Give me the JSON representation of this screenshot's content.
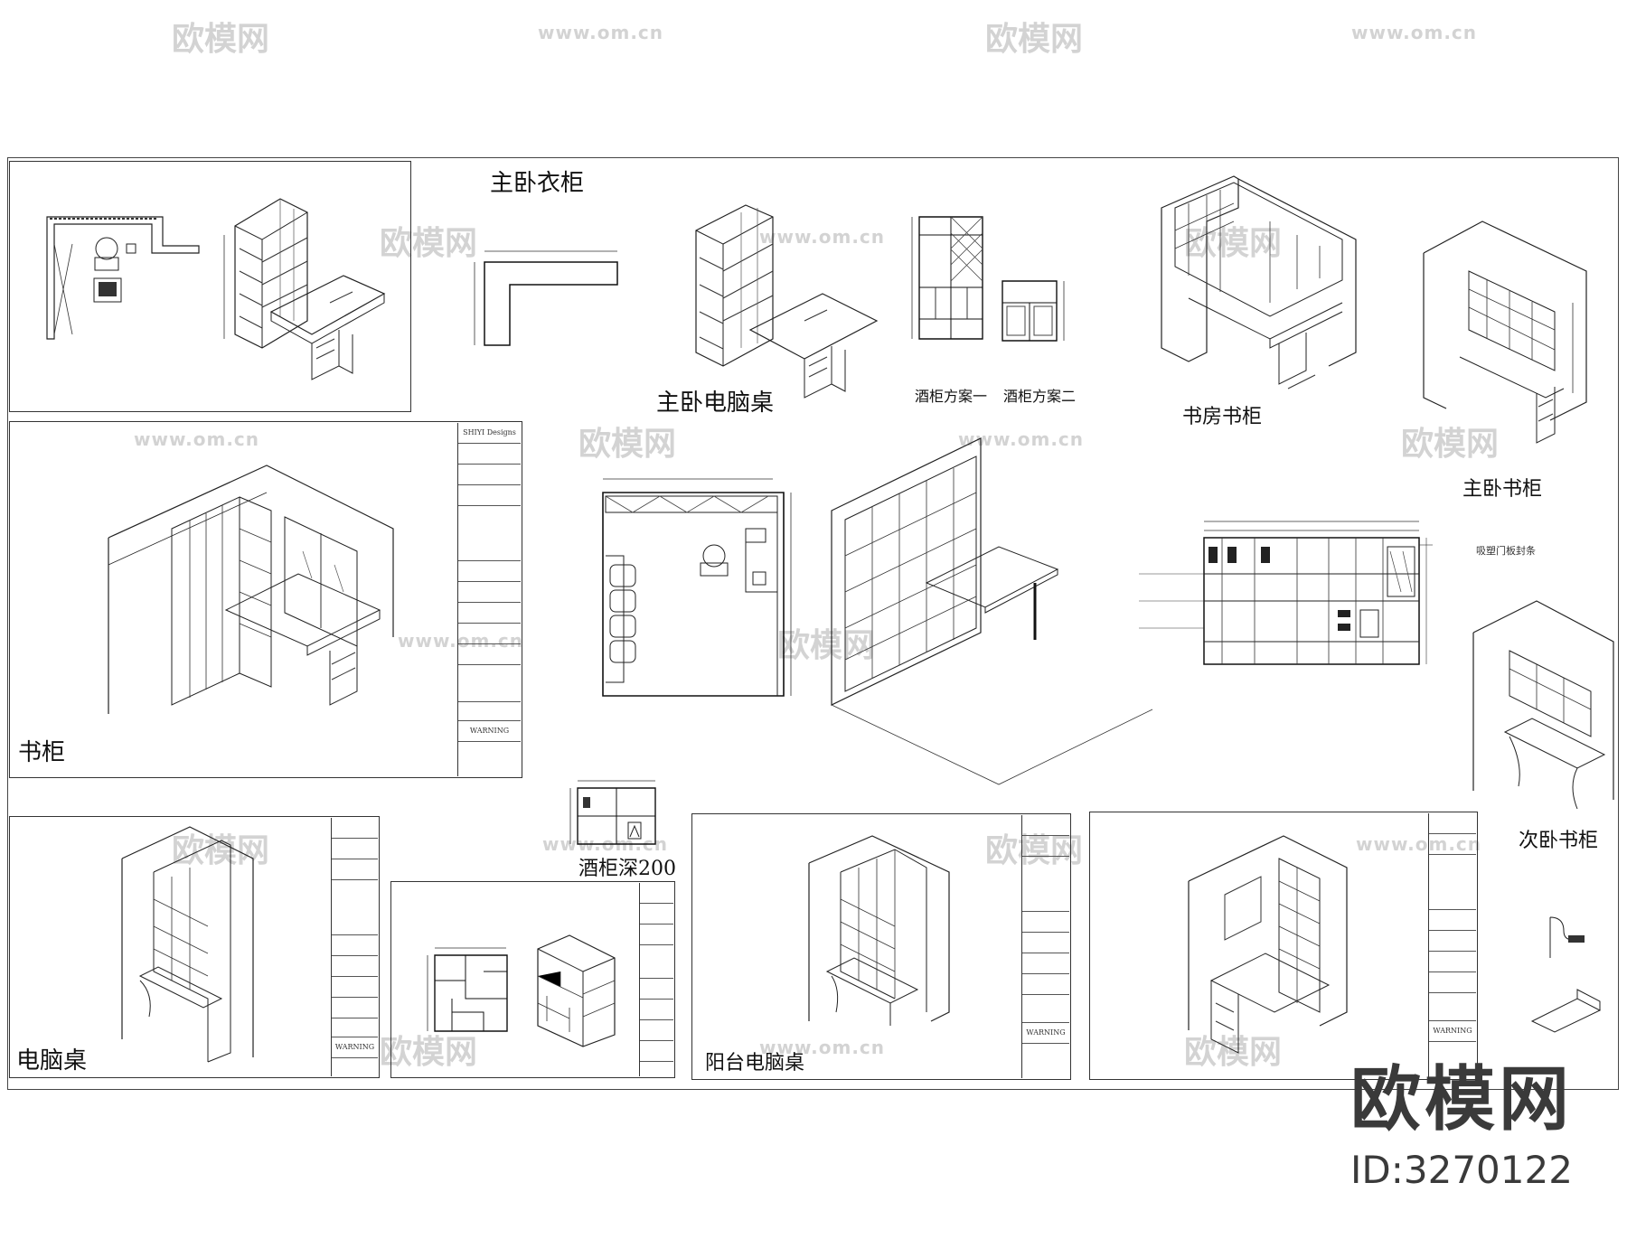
{
  "drawing_labels": {
    "master_wardrobe": "主卧衣柜",
    "master_desk": "主卧电脑桌",
    "wine_plan_1": "酒柜方案一",
    "wine_plan_2": "酒柜方案二",
    "study_bookcase": "书房书柜",
    "master_bookcase": "主卧书柜",
    "bookcase": "书柜",
    "wine_depth": "酒柜深200",
    "computer_desk": "电脑桌",
    "balcony_desk": "阳台电脑桌",
    "second_bookcase": "次卧书柜",
    "door_panel_note": "吸塑门板封条"
  },
  "watermark": {
    "brand": "欧模网",
    "url": "www.om.cn",
    "id_text": "ID:3270122"
  },
  "title_block": {
    "company": "SHIYI Designs",
    "warning": "WARNING"
  }
}
